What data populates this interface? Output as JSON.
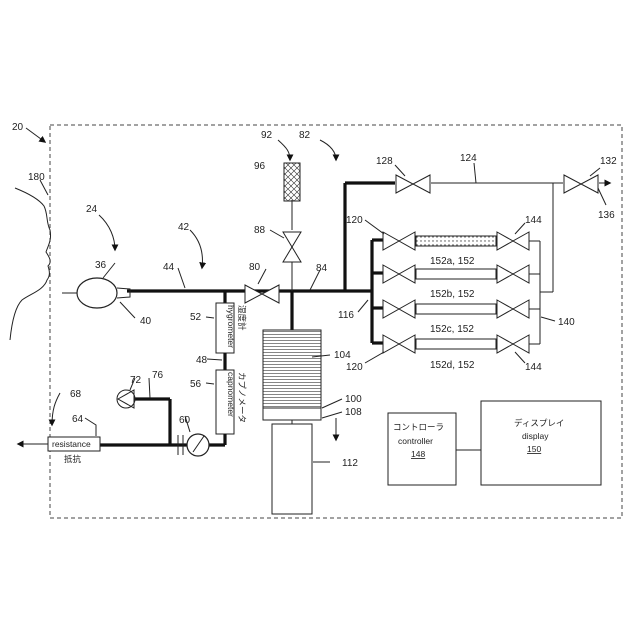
{
  "refs": {
    "system": "20",
    "patient": "180",
    "interface": "24",
    "airway": "36",
    "mouth": "40",
    "circuit": "42",
    "tube": "44",
    "filter": "92",
    "manifold": "82",
    "desiccant": "96",
    "valve_top": "88",
    "valve_main": "80",
    "line_84": "84",
    "valve_128": "128",
    "line_124": "124",
    "valve_132": "132",
    "vent": "136",
    "valve_120_top": "120",
    "valve_120_bottom": "120",
    "valve_144_top": "144",
    "valve_144_bottom": "144",
    "node_116": "116",
    "bypass": "140",
    "hygro": "52",
    "gap": "48",
    "capno": "56",
    "canister": "104",
    "plate_100": "100",
    "plate_108": "108",
    "tank": "112",
    "pump": "72",
    "line_76": "76",
    "exhaust": "68",
    "resist": "64",
    "meter": "60"
  },
  "tubes": {
    "a": "152a, 152",
    "b": "152b, 152",
    "c": "152c, 152",
    "d": "152d, 152"
  },
  "hygrometer": {
    "en": "hygrometer",
    "jp": "湿度計"
  },
  "capnometer": {
    "en": "capnometer",
    "jp": "カプノメータ"
  },
  "resistance": {
    "en": "resistance",
    "jp": "抵抗"
  },
  "controller": {
    "jp": "コントローラ",
    "en": "controller",
    "num": "148"
  },
  "display": {
    "jp": "ディスプレイ",
    "en": "display",
    "num": "150"
  }
}
